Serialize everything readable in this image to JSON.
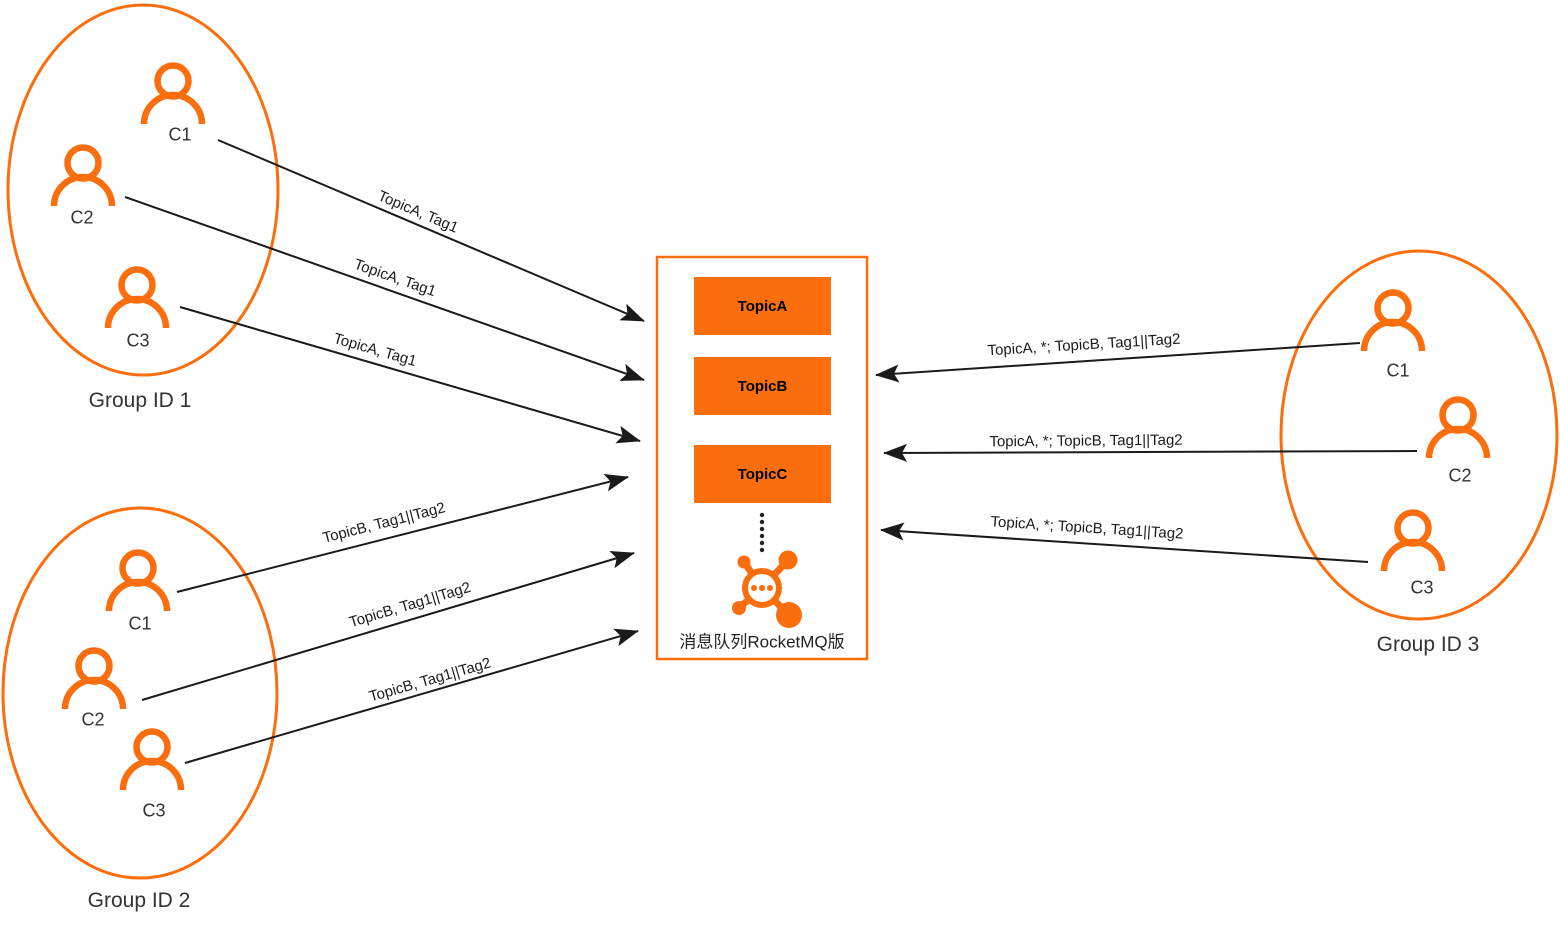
{
  "colors": {
    "orange": "#FA6E0D",
    "line": "#1A1A1A",
    "text": "#333333"
  },
  "groups": [
    {
      "label": "Group ID 1",
      "consumers": [
        {
          "label": "C1"
        },
        {
          "label": "C2"
        },
        {
          "label": "C3"
        }
      ]
    },
    {
      "label": "Group ID 2",
      "consumers": [
        {
          "label": "C1"
        },
        {
          "label": "C2"
        },
        {
          "label": "C3"
        }
      ]
    },
    {
      "label": "Group ID 3",
      "consumers": [
        {
          "label": "C1"
        },
        {
          "label": "C2"
        },
        {
          "label": "C3"
        }
      ]
    }
  ],
  "broker": {
    "label": "消息队列RocketMQ版",
    "topics": [
      {
        "name": "TopicA"
      },
      {
        "name": "TopicB"
      },
      {
        "name": "TopicC"
      }
    ]
  },
  "edges": {
    "group1": [
      {
        "label": "TopicA, Tag1"
      },
      {
        "label": "TopicA, Tag1"
      },
      {
        "label": "TopicA, Tag1"
      }
    ],
    "group2": [
      {
        "label": "TopicB, Tag1||Tag2"
      },
      {
        "label": "TopicB, Tag1||Tag2"
      },
      {
        "label": "TopicB, Tag1||Tag2"
      }
    ],
    "group3": [
      {
        "label": "TopicA, *; TopicB, Tag1||Tag2"
      },
      {
        "label": "TopicA, *; TopicB, Tag1||Tag2"
      },
      {
        "label": "TopicA, *; TopicB, Tag1||Tag2"
      }
    ]
  }
}
